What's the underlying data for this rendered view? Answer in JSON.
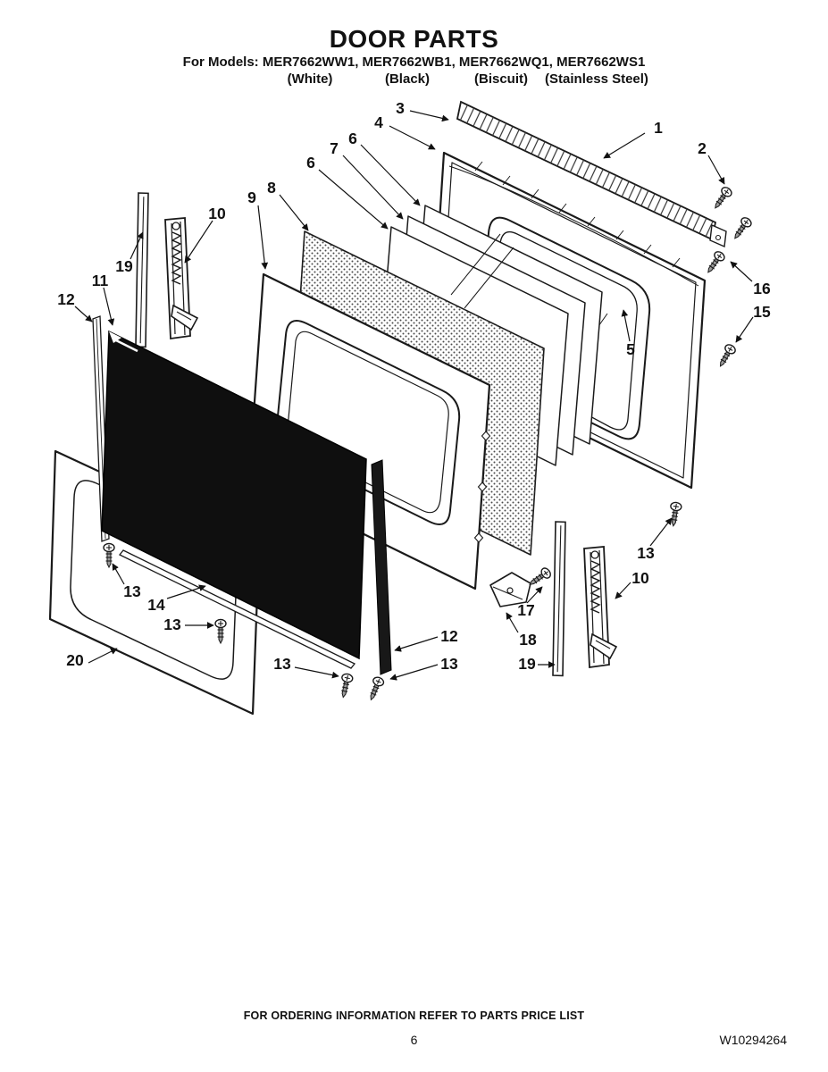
{
  "header": {
    "title": "DOOR PARTS",
    "models_line": "For Models: MER7662WW1, MER7662WB1, MER7662WQ1, MER7662WS1",
    "finishes": [
      "(White)",
      "(Black)",
      "(Biscuit)",
      "(Stainless Steel)"
    ]
  },
  "callouts": [
    {
      "label": "3"
    },
    {
      "label": "4"
    },
    {
      "label": "1"
    },
    {
      "label": "2"
    },
    {
      "label": "6"
    },
    {
      "label": "7"
    },
    {
      "label": "6"
    },
    {
      "label": "8"
    },
    {
      "label": "9"
    },
    {
      "label": "10"
    },
    {
      "label": "19"
    },
    {
      "label": "11"
    },
    {
      "label": "12"
    },
    {
      "label": "16"
    },
    {
      "label": "15"
    },
    {
      "label": "5"
    },
    {
      "label": "13"
    },
    {
      "label": "10"
    },
    {
      "label": "13"
    },
    {
      "label": "14"
    },
    {
      "label": "13"
    },
    {
      "label": "17"
    },
    {
      "label": "12"
    },
    {
      "label": "18"
    },
    {
      "label": "13"
    },
    {
      "label": "19"
    },
    {
      "label": "20"
    },
    {
      "label": "13"
    }
  ],
  "footer": {
    "ordering_note": "FOR ORDERING INFORMATION REFER TO PARTS PRICE LIST",
    "page_number": "6",
    "document_number": "W10294264"
  }
}
